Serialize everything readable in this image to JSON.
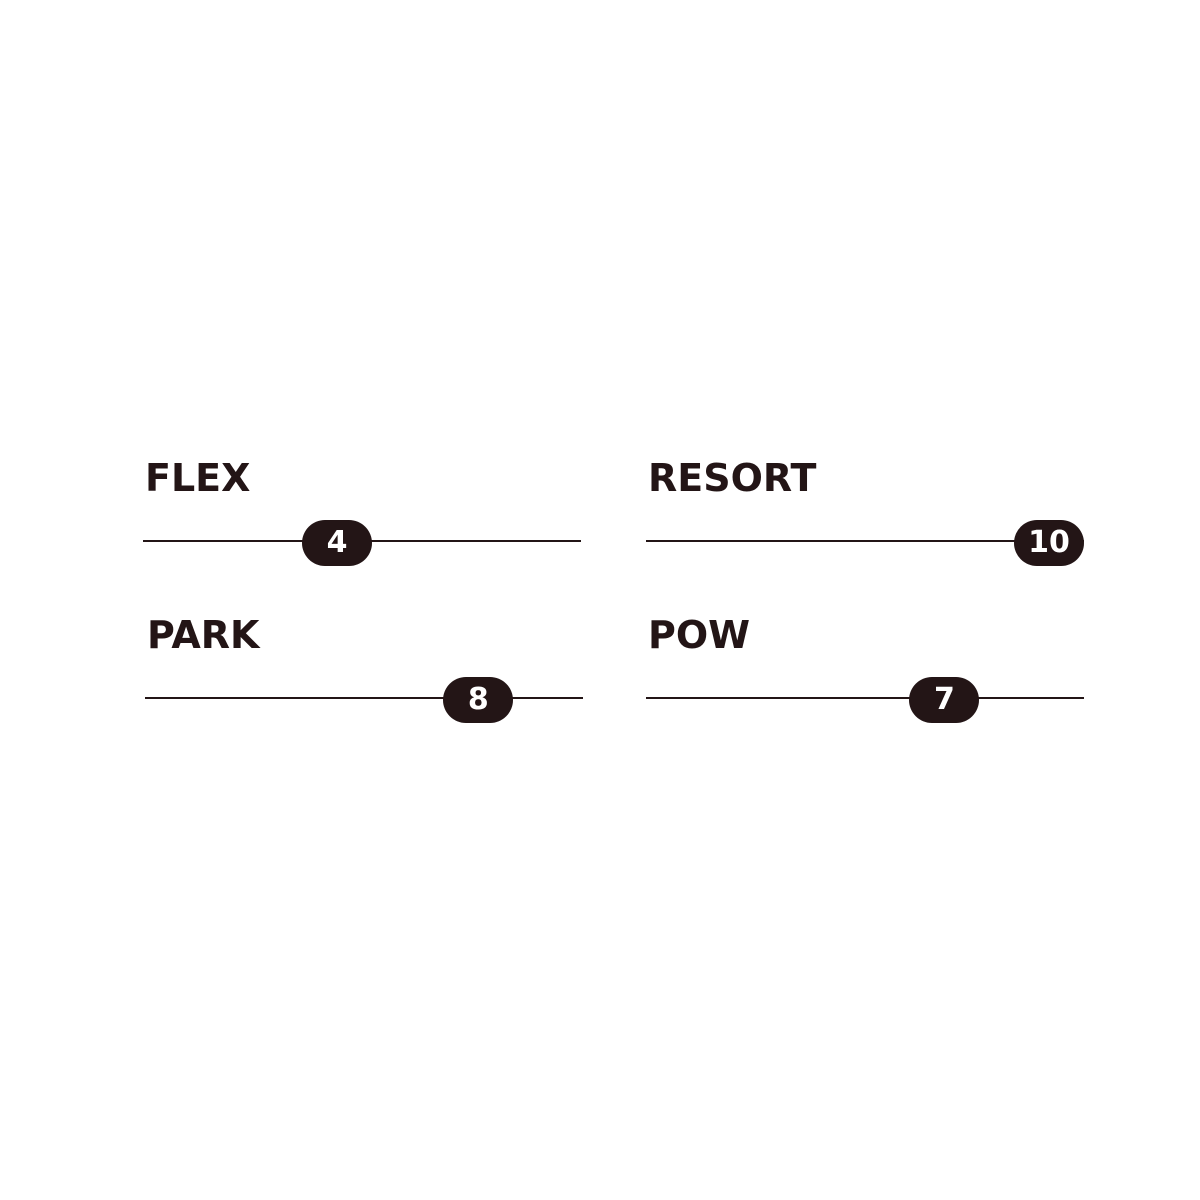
{
  "scale": {
    "min": 1,
    "max": 10
  },
  "colors": {
    "ink": "#231516",
    "background": "#ffffff"
  },
  "ratings": [
    {
      "label": "FLEX",
      "value": 4
    },
    {
      "label": "RESORT",
      "value": 10
    },
    {
      "label": "PARK",
      "value": 8
    },
    {
      "label": "POW",
      "value": 7
    }
  ]
}
